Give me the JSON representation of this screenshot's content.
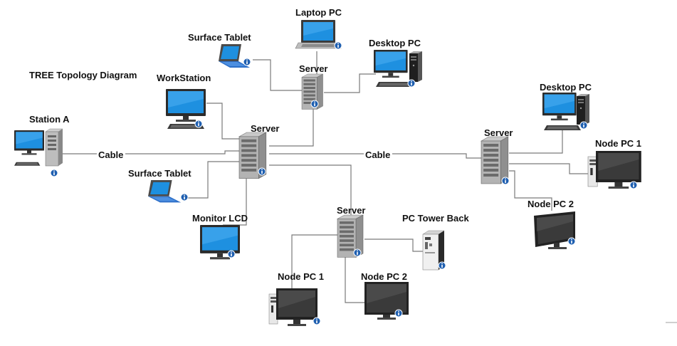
{
  "diagram": {
    "title": "TREE Topology Diagram",
    "cable_label": "Cable",
    "nodes": {
      "laptop_pc": "Laptop PC",
      "surface_tablet_top": "Surface Tablet",
      "desktop_pc_top": "Desktop PC",
      "server_top": "Server",
      "workstation": "WorkStation",
      "station_a": "Station A",
      "server_center": "Server",
      "surface_tablet_mid": "Surface Tablet",
      "monitor_lcd": "Monitor LCD",
      "server_bottom": "Server",
      "pc_tower_back": "PC Tower Back",
      "node_pc_1_bottom": "Node PC 1",
      "node_pc_2_bottom": "Node PC 2",
      "desktop_pc_right": "Desktop PC",
      "server_right": "Server",
      "node_pc_1_right": "Node PC 1",
      "node_pc_2_right": "Node PC 2"
    }
  }
}
